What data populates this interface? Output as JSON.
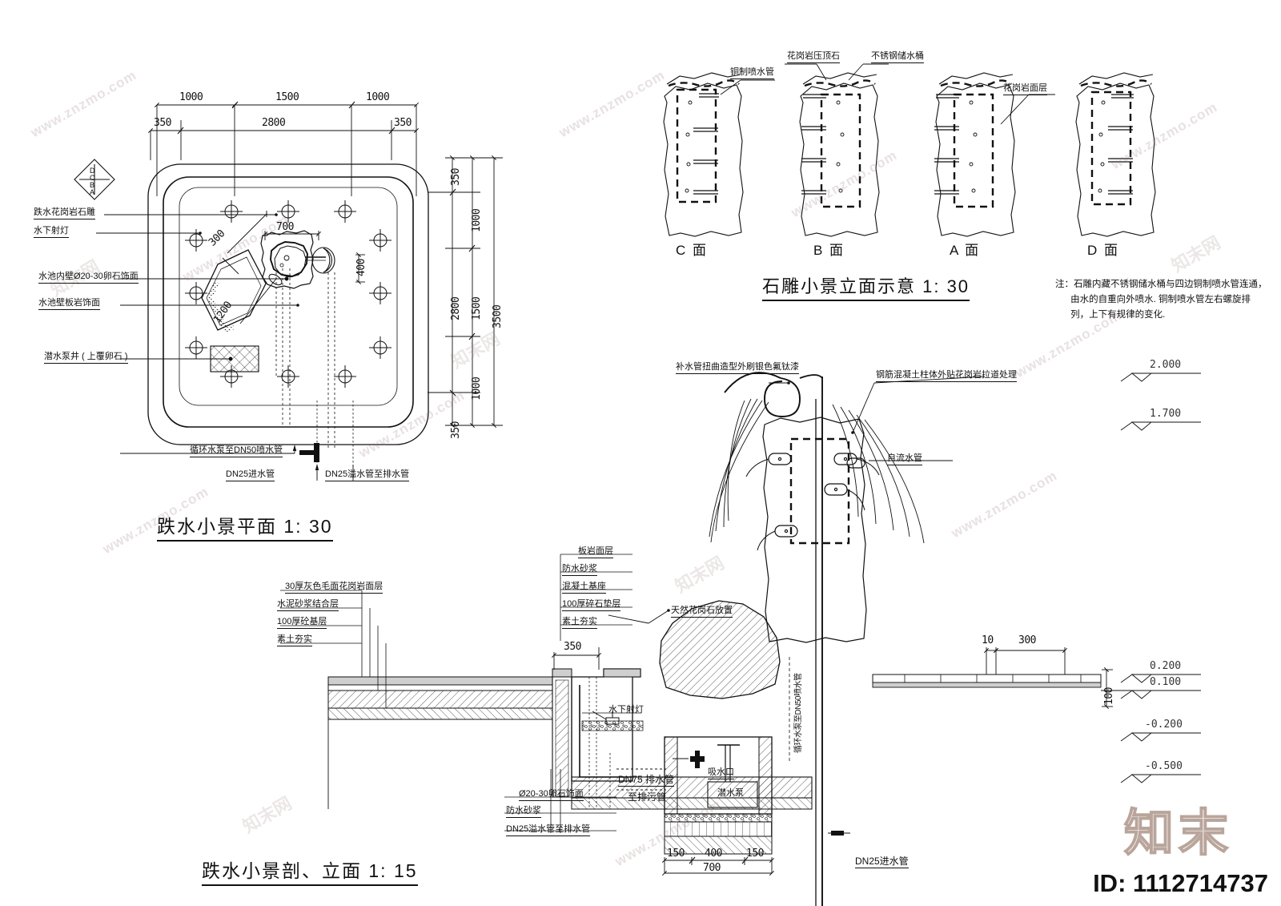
{
  "sheet": {
    "id_tag": "ID: 1112714737",
    "logo_text": "知末",
    "watermark_text": "www.znzmo.com",
    "watermark_cn": "知末网"
  },
  "plan": {
    "title": "跌水小景平面 1: 30",
    "compass": {
      "letters": [
        "D",
        "C",
        "B",
        "A"
      ]
    },
    "dims_top": [
      "1000",
      "1500",
      "1000"
    ],
    "dims_top2": [
      "350",
      "2800",
      "350"
    ],
    "dims_right_inner": [
      "350",
      "1000",
      "1500",
      "1000",
      "350"
    ],
    "dims_right_total": [
      "2800",
      "3500"
    ],
    "dims_inner": [
      "700",
      "400",
      "300",
      "1200"
    ],
    "labels": [
      "跌水花岗岩石雕",
      "水下射灯",
      "水池内壁Ø20-30卵石饰面",
      "水池壁板岩饰面",
      "潜水泵井 ( 上覆卵石 )"
    ],
    "pipe_labels": [
      "循环水泵至DN50喷水管",
      "DN25进水管",
      "DN25溢水管至排水管"
    ]
  },
  "stone_elevation": {
    "title": "石雕小景立面示意 1: 30",
    "faces": [
      "C 面",
      "B 面",
      "A 面",
      "D 面"
    ],
    "callouts": [
      "铜制喷水管",
      "花岗岩压顶石",
      "不锈钢储水桶",
      "花岗岩面层"
    ],
    "note": "注：石雕内藏不锈钢储水桶与四边铜制喷水管连通，\n      由水的自重向外喷水. 铜制喷水管左右螺旋排\n      列，上下有规律的变化."
  },
  "section": {
    "title": "跌水小景剖、立面 1: 15",
    "paving_stack_left": [
      "30厚灰色毛面花岗岩面层",
      "水泥砂浆结合层",
      "100厚砼基层",
      "素土夯实"
    ],
    "pool_stack_mid": [
      "板岩面层",
      "防水砂浆",
      "混凝土基座",
      "100厚碎石垫层",
      "素土夯实"
    ],
    "pool_stack_low": [
      "Ø20-30卵石饰面",
      "防水砂浆"
    ],
    "callouts": [
      "补水管扭曲造型外刷银色氟钛漆",
      "钢筋混凝土柱体外贴花岗岩拉道处理",
      "自流水管",
      "天然花岗石放置",
      "水下射灯",
      "循环水泵至DN50喷水管",
      "吸水口",
      "潜水泵"
    ],
    "drain_labels": [
      "DN75 排水管",
      "至排污管",
      "DN25溢水管至排水管",
      "DN25进水管"
    ],
    "dims_bottom": [
      "150",
      "400",
      "150",
      "700"
    ],
    "dims_mid": [
      "350"
    ],
    "dims_right": [
      "10",
      "300",
      "100"
    ],
    "elevations": [
      "2.000",
      "1.700",
      "0.200",
      "0.100",
      "-0.200",
      "-0.500"
    ]
  }
}
